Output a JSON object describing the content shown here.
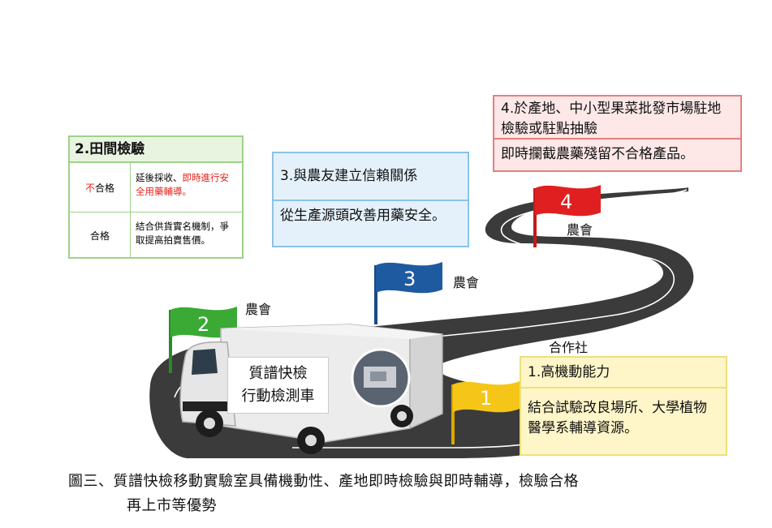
{
  "box2": {
    "title": "2.田間檢驗",
    "rows": [
      {
        "label_red": "不",
        "label": "合格",
        "desc_plain": "延後採收、",
        "desc_red": "即時進行安全用藥輔導。"
      },
      {
        "label_red": "",
        "label": "合格",
        "desc_plain": "結合供貨實名機制，爭取提高拍賣售價。",
        "desc_red": ""
      }
    ]
  },
  "box3": {
    "title": "3.與農友建立信賴關係",
    "desc": "從生產源頭改善用藥安全。"
  },
  "box4": {
    "title": "4.於產地、中小型果菜批發市場駐地檢驗或駐點抽驗",
    "desc": "即時攔截農藥殘留不合格產品。"
  },
  "box1": {
    "title": "1.高機動能力",
    "desc": "結合試驗改良場所、大學植物醫學系輔導資源。"
  },
  "flags": [
    {
      "number": "1",
      "color": "#f5c518"
    },
    {
      "number": "2",
      "color": "#3aaa35"
    },
    {
      "number": "3",
      "color": "#1e5aa0"
    },
    {
      "number": "4",
      "color": "#e02020"
    }
  ],
  "labels": {
    "farmers_assoc_1": "農會",
    "farmers_assoc_2": "農會",
    "farmers_assoc_3": "農會",
    "cooperative": "合作社"
  },
  "truck": {
    "line1": "質譜快檢",
    "line2": "行動檢測車"
  },
  "caption": {
    "line1": "圖三、質譜快檢移動實驗室具備機動性、產地即時檢驗與即時輔導，檢驗合格",
    "line2": "再上市等優勢"
  }
}
